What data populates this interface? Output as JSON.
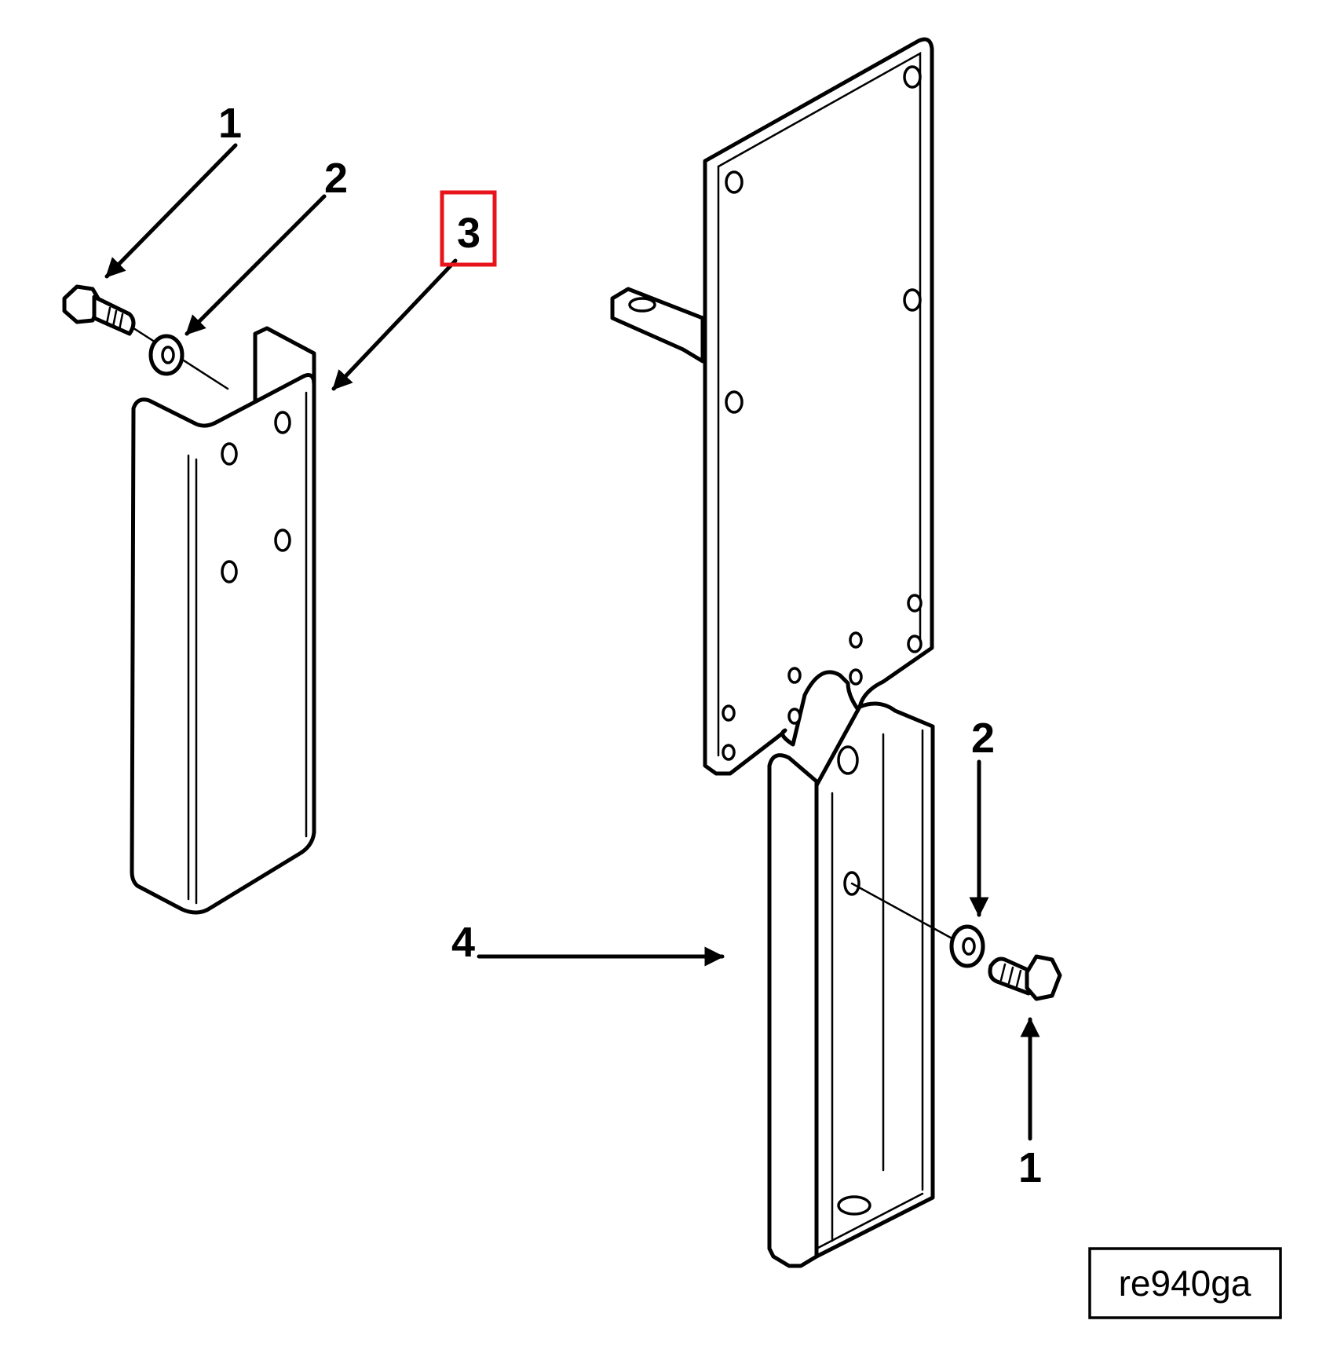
{
  "callouts": {
    "left_bolt": "1",
    "left_washer": "2",
    "left_bracket": "3",
    "right_channel": "4",
    "right_washer": "2",
    "right_bolt": "1"
  },
  "figure_id": "re940ga",
  "highlight_color": "#e8141b"
}
